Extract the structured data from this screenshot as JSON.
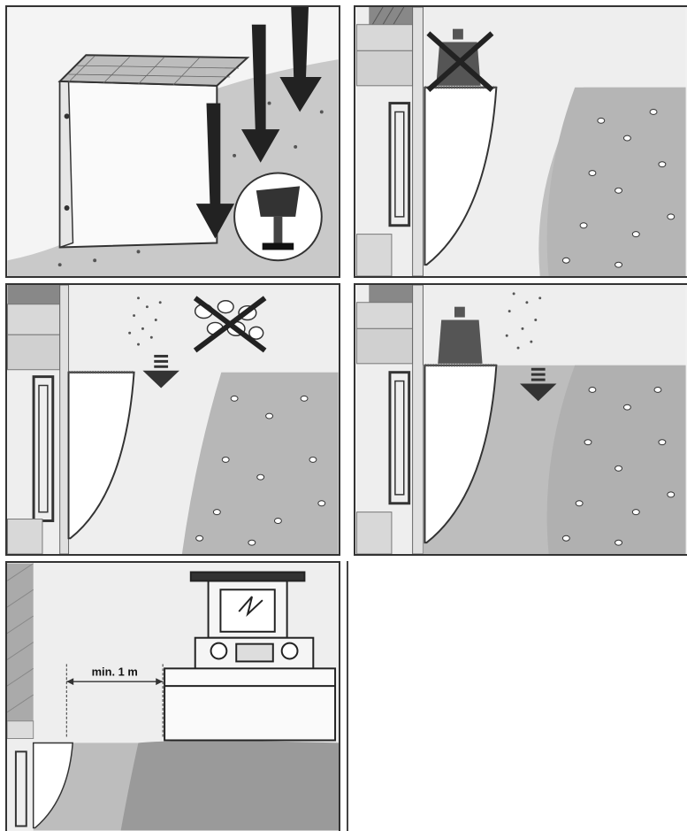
{
  "figure": {
    "panels": [
      {
        "id": "p1",
        "icons": [
          "tamper-icon",
          "down-arrow-icon"
        ]
      },
      {
        "id": "p2",
        "icons": [
          "weight-icon",
          "cross-icon"
        ]
      },
      {
        "id": "p3",
        "icons": [
          "gravel-icon",
          "down-arrow-icon",
          "boulder-icon",
          "cross-icon"
        ]
      },
      {
        "id": "p4",
        "icons": [
          "weight-icon",
          "gravel-icon",
          "down-arrow-icon"
        ]
      },
      {
        "id": "p5",
        "icons": [
          "bulldozer-icon"
        ],
        "dimension_label": "min. 1 m"
      }
    ],
    "colors": {
      "outline": "#333333",
      "weight": "#555555",
      "cross": "#222222",
      "soil": "#b5b5b5"
    }
  }
}
